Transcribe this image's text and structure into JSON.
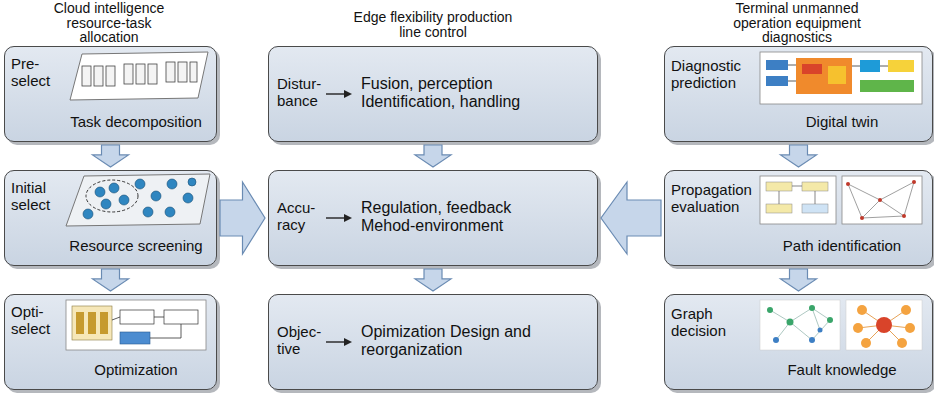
{
  "diagram": {
    "nodes": [
      {
        "text": [
          "Pre-select",
          "Task decomposition"
        ]
      },
      {
        "text": [
          "Initial select",
          "Resource screening"
        ]
      },
      {
        "text": [
          "Opti-select",
          "Optimization"
        ]
      },
      {
        "text": [
          "Distur-bance",
          "Fusion, perception Identification, handling"
        ]
      },
      {
        "text": [
          "Accu-racy",
          "Regulation, feedback Mehod-environment"
        ]
      },
      {
        "text": [
          "Objec-tive",
          "Opimization Design and reorganization"
        ]
      },
      {
        "text": [
          "Diagnostic prediction",
          "Digital twin"
        ]
      },
      {
        "text": [
          "Propagation evaluation",
          "Path identification"
        ]
      },
      {
        "text": [
          "Graph decision",
          "Fault knowledge"
        ]
      }
    ],
    "edges": [
      {
        "from": 0,
        "to": 1,
        "arrow": "to"
      },
      {
        "from": 1,
        "to": 2,
        "arrow": "to"
      },
      {
        "from": 3,
        "to": 4,
        "arrow": "to"
      },
      {
        "from": 4,
        "to": 5,
        "arrow": "to"
      },
      {
        "from": 6,
        "to": 7,
        "arrow": "to"
      },
      {
        "from": 7,
        "to": 8,
        "arrow": "to"
      },
      {
        "from": 1,
        "to": 4,
        "arrow": "to"
      },
      {
        "from": 7,
        "to": 4,
        "arrow": "to"
      }
    ],
    "labels": [
      "Cloud intelligence resource-task allocation",
      "Edge flexibility production line control",
      "Terminal unmanned operation equipment diagnostics"
    ]
  }
}
